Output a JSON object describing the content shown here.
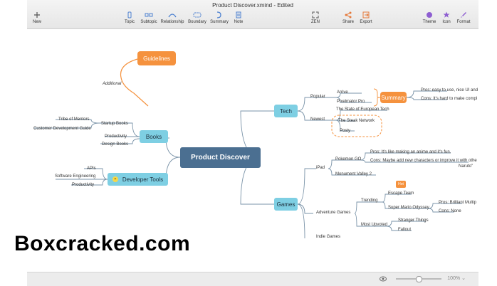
{
  "window_title": "Product Discover.xmind - Edited",
  "toolbar": {
    "new": "New",
    "topic": "Topic",
    "subtopic": "Subtopic",
    "relationship": "Relationship",
    "boundary": "Boundary",
    "summary": "Summary",
    "note": "Note",
    "zen": "ZEN",
    "share": "Share",
    "export": "Export",
    "theme": "Theme",
    "icon": "Icon",
    "format": "Format"
  },
  "status": {
    "zoom": "100%"
  },
  "watermark": "Boxcracked.com",
  "map": {
    "central": "Product Discover",
    "guidelines": "Guidelines",
    "additional": "Additional",
    "books": {
      "label": "Books",
      "startup_books": "Startup Books",
      "tribe": "Tribe of Mentors",
      "customer_dev": "Customer Development Guide",
      "productivity": "Productivity",
      "design_books": "Design Books"
    },
    "dev_tools": {
      "label": "Developer Tools",
      "apis": "APIs",
      "software_eng": "Software Engineering",
      "productivity": "Productivity"
    },
    "tech": {
      "label": "Tech",
      "popular": "Popular",
      "arrive": "Arrive",
      "pixelmator": "Pixelmator Pro",
      "summary": "Summary",
      "pros": "Pros: easy to use, nice UI and",
      "cons": "Cons: It's hard to make compl",
      "newest": "Newest",
      "european": "The State of European Tech",
      "steak": "The Steak Network",
      "posty": "Posty"
    },
    "games": {
      "label": "Games",
      "ipad": "iPad",
      "pokemon": "Pokemon GO",
      "pokemon_pros": "Pros: It's like making an anime and it's fun.",
      "pokemon_cons1": "Cons: Maybe add new characters or improve it with othe",
      "pokemon_cons2": "Naruto\"",
      "monument": "Monument Valley 2",
      "adventure": "Adventure Games",
      "trending": "Trending",
      "hot": "Hot",
      "escape": "Escape Team",
      "mario": "Super Mario Odyssey",
      "mario_pros": "Pros: Brilliant Multip",
      "mario_cons": "Cons: None",
      "most_upvoted": "Most Upvoted",
      "stranger": "Stranger Things",
      "fallout": "Fallout",
      "indie": "Indie Games"
    }
  }
}
